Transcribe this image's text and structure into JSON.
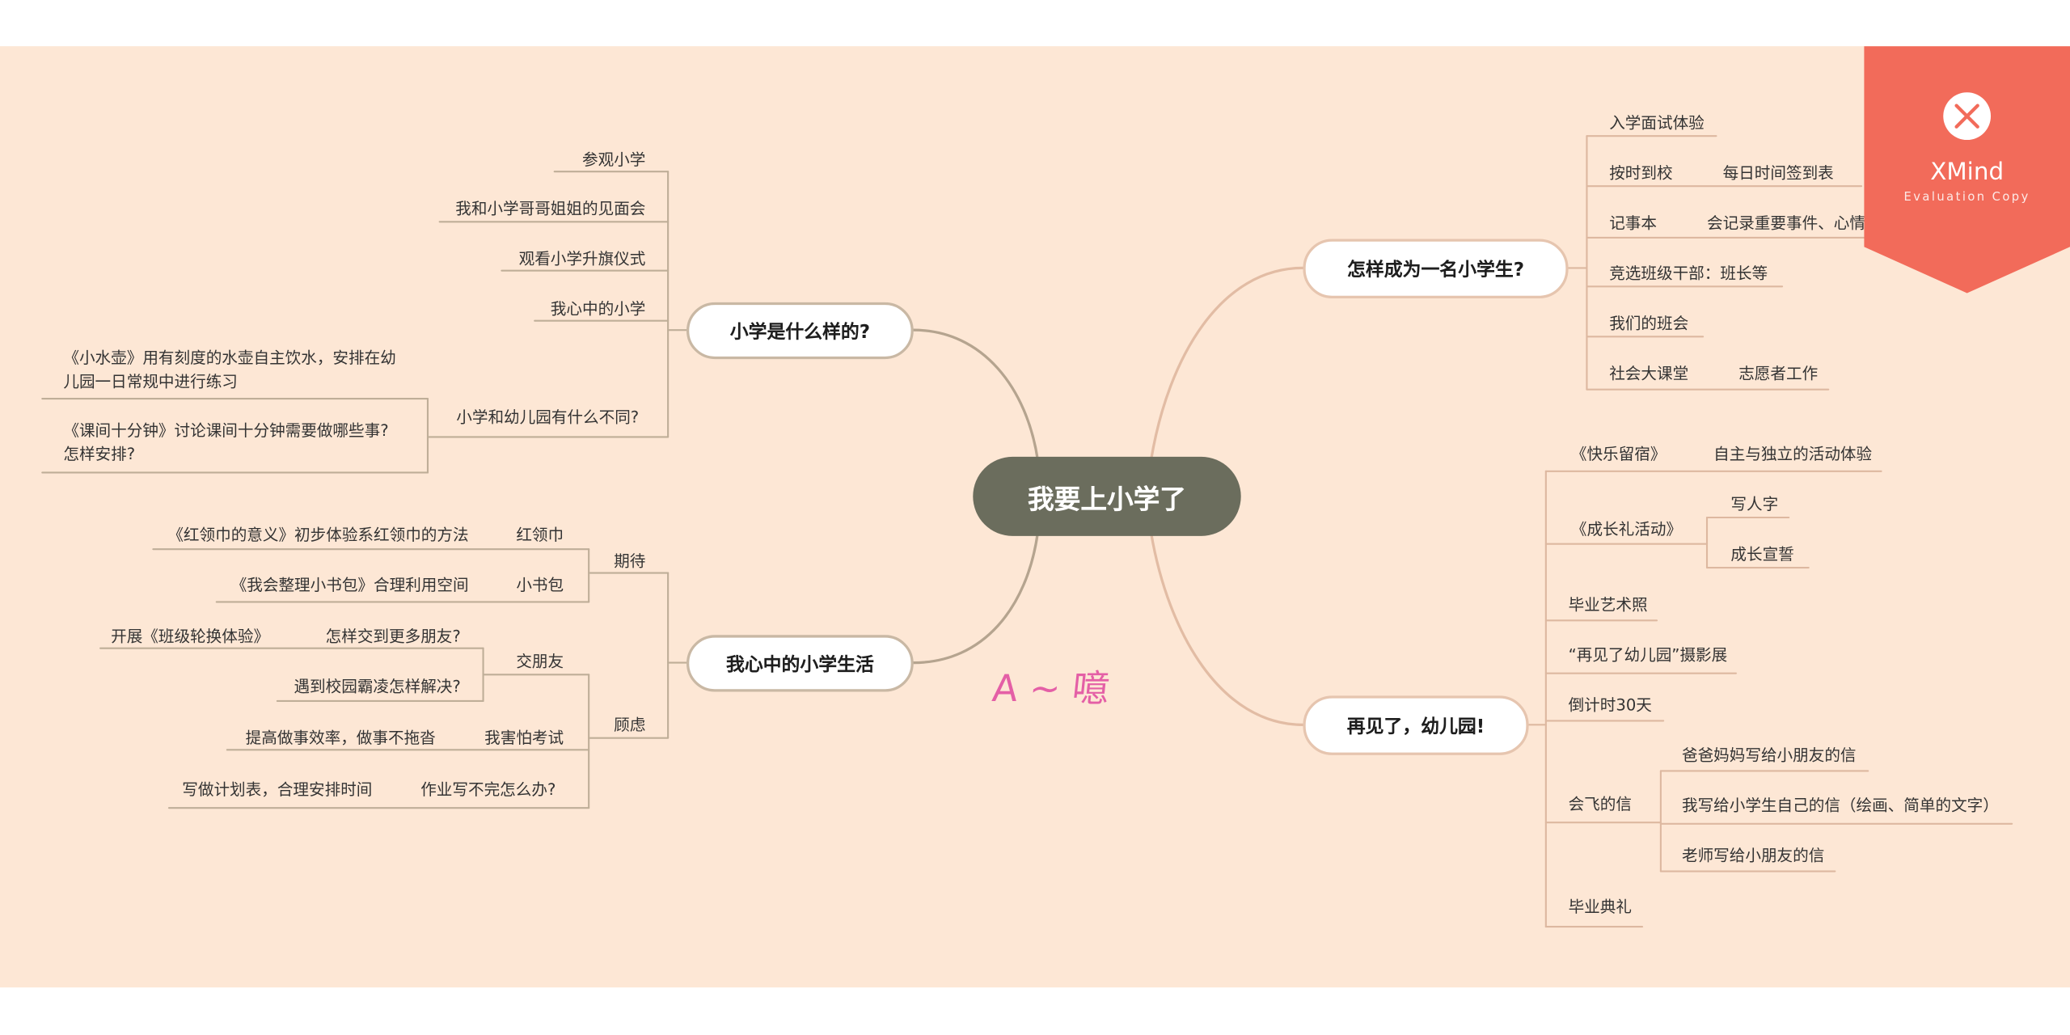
{
  "central_topic": "我要上小学了",
  "watermark": {
    "brand": "XMind",
    "subtitle": "Evaluation Copy",
    "logo_icon": "xmind-logo-icon"
  },
  "annotation": "A ~ 噫",
  "colors": {
    "background": "#FDE7D5",
    "central_fill": "#6B6D5D",
    "watermark": "#F26B5A",
    "annotation": "#E45FA6"
  },
  "branch_what_is_school": {
    "title": "小学是什么样的?",
    "topics": [
      "参观小学",
      "我和小学哥哥姐姐的见面会",
      "观看小学升旗仪式",
      "我心中的小学",
      "小学和幼儿园有什么不同?"
    ],
    "differences": [
      {
        "lines": [
          "《小水壶》用有刻度的水壶自主饮水，安排在幼",
          "儿园一日常规中进行练习"
        ]
      },
      {
        "lines": [
          "《课间十分钟》讨论课间十分钟需要做哪些事?",
          "怎样安排?"
        ]
      }
    ]
  },
  "branch_school_life": {
    "title": "我心中的小学生活",
    "expect": {
      "label": "期待",
      "items": [
        {
          "label": "红领巾",
          "detail": "《红领巾的意义》初步体验系红领巾的方法"
        },
        {
          "label": "小书包",
          "detail": "《我会整理小书包》合理利用空间"
        }
      ]
    },
    "worry": {
      "label": "顾虑",
      "friends": {
        "label": "交朋友",
        "q1": "怎样交到更多朋友?",
        "q1_detail": "开展《班级轮换体验》",
        "q2": "遇到校园霸凌怎样解决?"
      },
      "exam": {
        "label": "我害怕考试",
        "detail": "提高做事效率，做事不拖沓"
      },
      "homework": {
        "label": "作业写不完怎么办?",
        "detail": "写做计划表，合理安排时间"
      }
    }
  },
  "branch_become_student": {
    "title": "怎样成为一名小学生?",
    "items": [
      {
        "label": "入学面试体验"
      },
      {
        "label": "按时到校",
        "detail": "每日时间签到表"
      },
      {
        "label": "记事本",
        "detail": "会记录重要事件、心情等"
      },
      {
        "label": "竞选班级干部：班长等"
      },
      {
        "label": "我们的班会"
      },
      {
        "label": "社会大课堂",
        "detail": "志愿者工作"
      }
    ]
  },
  "branch_goodbye": {
    "title": "再见了，幼儿园!",
    "items": [
      {
        "label": "《快乐留宿》",
        "detail": "自主与独立的活动体验"
      },
      {
        "label": "《成长礼活动》",
        "children": [
          "写人字",
          "成长宣誓"
        ]
      },
      {
        "label": "毕业艺术照"
      },
      {
        "label": "“再见了幼儿园”摄影展"
      },
      {
        "label": "倒计时30天"
      },
      {
        "label": "会飞的信",
        "children": [
          "爸爸妈妈写给小朋友的信",
          "我写给小学生自己的信（绘画、简单的文字）",
          "老师写给小朋友的信"
        ]
      },
      {
        "label": "毕业典礼"
      }
    ]
  }
}
